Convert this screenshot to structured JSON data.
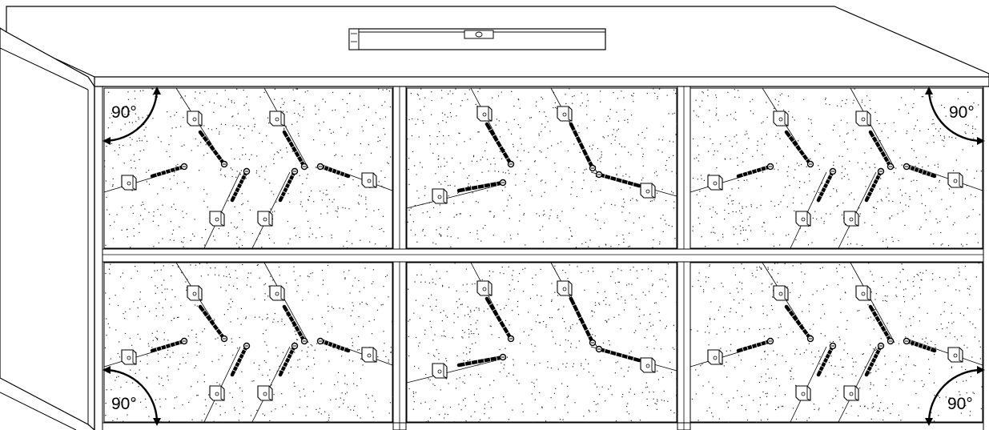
{
  "diagram": {
    "angle_label": "90°",
    "colors": {
      "line": "#000000",
      "panel_fill": "#ffffff",
      "speckle": "#222222"
    },
    "parts": [
      "spirit-level",
      "cabinet-top",
      "side-panel",
      "shelf-panels",
      "mounting-brackets",
      "screws",
      "right-angle-markers"
    ]
  }
}
